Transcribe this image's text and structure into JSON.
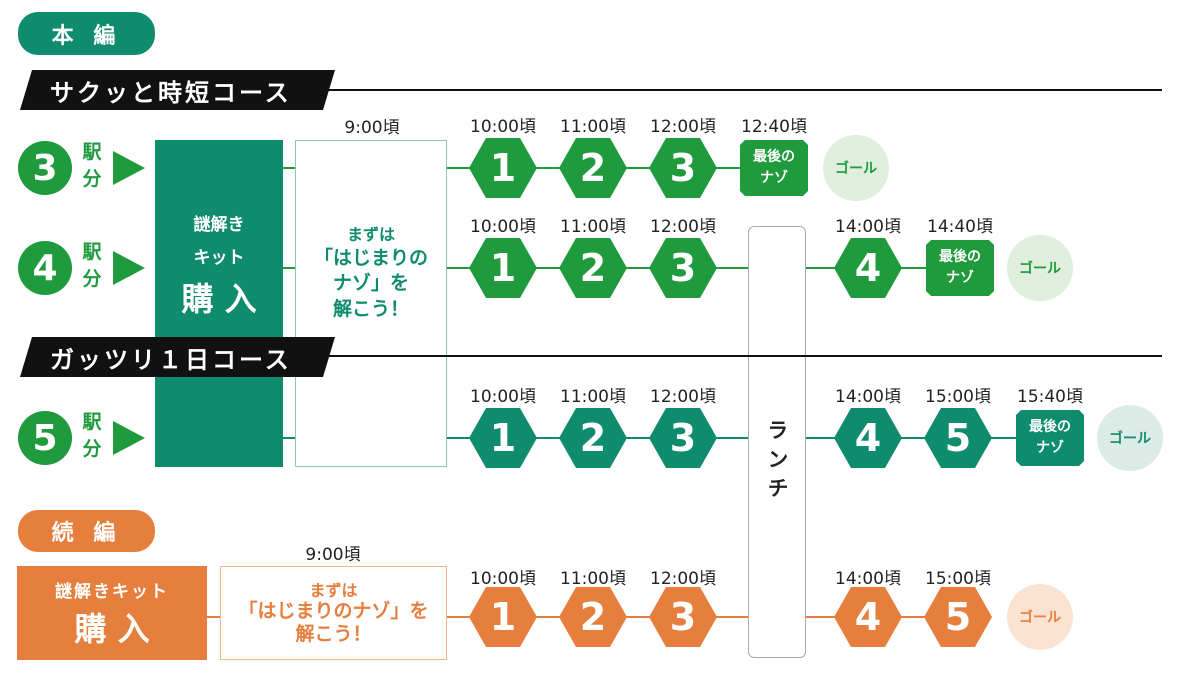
{
  "colors": {
    "teal": "#0f8c6e",
    "green": "#1f9a3c",
    "orange": "#e67e3d",
    "goal_green": "#dfeedd",
    "goal_teal": "#dbebe5",
    "goal_orange": "#fbe3d2"
  },
  "main": {
    "label": "本 編",
    "short_course": "サクッと時短コース",
    "full_course": "ガッツリ１日コース",
    "kit": {
      "line1": "謎解き",
      "line2": "キット",
      "line3": "購 入"
    },
    "first_time": "9:00頃",
    "first": {
      "line1": "まずは",
      "line2": "「はじまりの",
      "line3": "ナゾ」を",
      "line4": "解こう！"
    },
    "lunch": "ランチ",
    "rows": [
      {
        "station": "3",
        "eki": "駅",
        "fun": "分",
        "steps": [
          {
            "time": "10:00頃",
            "label": "1"
          },
          {
            "time": "11:00頃",
            "label": "2"
          },
          {
            "time": "12:00頃",
            "label": "3"
          },
          {
            "time": "12:40頃",
            "final1": "最後の",
            "final2": "ナゾ"
          }
        ],
        "goal": "ゴール"
      },
      {
        "station": "4",
        "eki": "駅",
        "fun": "分",
        "steps": [
          {
            "time": "10:00頃",
            "label": "1"
          },
          {
            "time": "11:00頃",
            "label": "2"
          },
          {
            "time": "12:00頃",
            "label": "3"
          },
          {
            "time": "14:00頃",
            "label": "4"
          },
          {
            "time": "14:40頃",
            "final1": "最後の",
            "final2": "ナゾ"
          }
        ],
        "goal": "ゴール"
      },
      {
        "station": "5",
        "eki": "駅",
        "fun": "分",
        "steps": [
          {
            "time": "10:00頃",
            "label": "1"
          },
          {
            "time": "11:00頃",
            "label": "2"
          },
          {
            "time": "12:00頃",
            "label": "3"
          },
          {
            "time": "14:00頃",
            "label": "4"
          },
          {
            "time": "15:00頃",
            "label": "5"
          },
          {
            "time": "15:40頃",
            "final1": "最後の",
            "final2": "ナゾ"
          }
        ],
        "goal": "ゴール"
      }
    ]
  },
  "sequel": {
    "label": "続 編",
    "kit": {
      "line1": "謎解きキット",
      "line2": "購 入"
    },
    "first_time": "9:00頃",
    "first": {
      "line1": "まずは",
      "line2": "「はじまりのナゾ」を",
      "line3": "解こう！"
    },
    "steps": [
      {
        "time": "10:00頃",
        "label": "1"
      },
      {
        "time": "11:00頃",
        "label": "2"
      },
      {
        "time": "12:00頃",
        "label": "3"
      },
      {
        "time": "14:00頃",
        "label": "4"
      },
      {
        "time": "15:00頃",
        "label": "5"
      }
    ],
    "goal": "ゴール"
  }
}
